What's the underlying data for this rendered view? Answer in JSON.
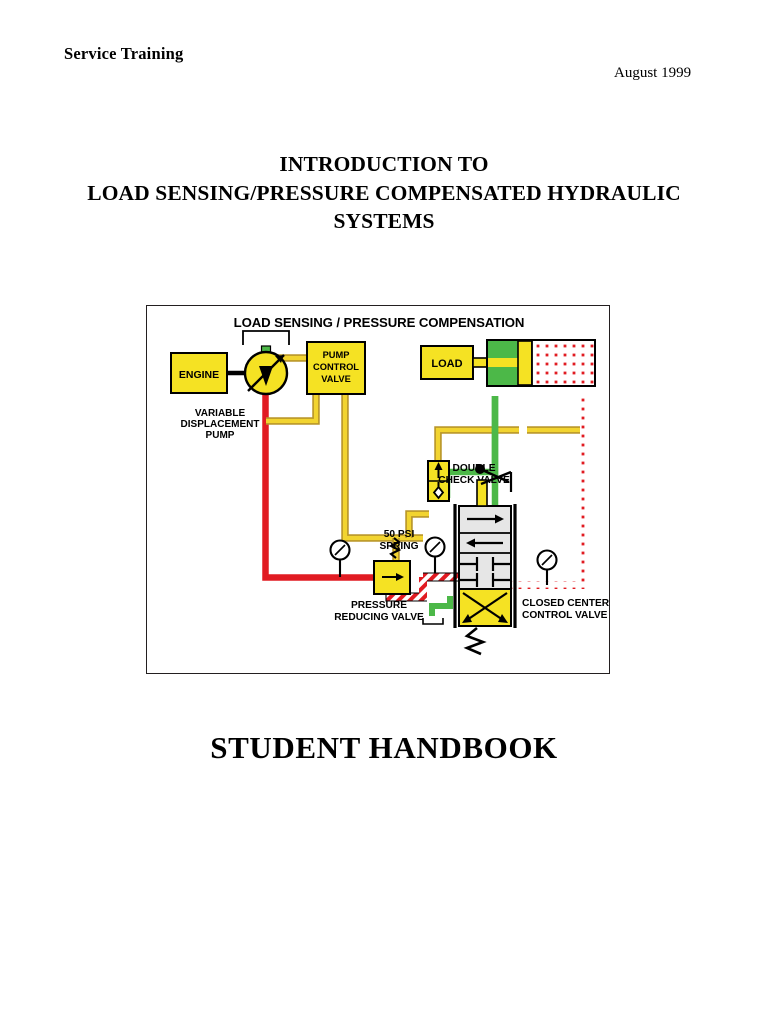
{
  "page": {
    "header_left": "Service Training",
    "header_right": "August 1999"
  },
  "title": {
    "line1": "INTRODUCTION TO",
    "line2": "LOAD SENSING/PRESSURE COMPENSATED HYDRAULIC",
    "line3": "SYSTEMS"
  },
  "footer": {
    "handbook_title": "STUDENT HANDBOOK"
  },
  "figure": {
    "title": "LOAD SENSING / PRESSURE COMPENSATION",
    "labels": {
      "engine": "ENGINE",
      "pump_control_valve_l1": "PUMP",
      "pump_control_valve_l2": "CONTROL",
      "pump_control_valve_l3": "VALVE",
      "variable_displacement_pump_l1": "VARIABLE",
      "variable_displacement_pump_l2": "DISPLACEMENT",
      "variable_displacement_pump_l3": "PUMP",
      "load": "LOAD",
      "double_check_valve_l1": "DOUBLE",
      "double_check_valve_l2": "CHECK VALVE",
      "spring_rating_l1": "50 PSI",
      "spring_rating_l2": "SPRING",
      "pressure_reducing_valve_l1": "PRESSURE",
      "pressure_reducing_valve_l2": "REDUCING VALVE",
      "closed_center_control_valve_l1": "CLOSED CENTER",
      "closed_center_control_valve_l2": "CONTROL VALVE"
    },
    "colors": {
      "component_fill_yellow": "#F5E223",
      "line_yellow": "#F2D430",
      "line_yellow_edge": "#B8962A",
      "pressure_red": "#E11B22",
      "return_green": "#4CB848",
      "spool_gray": "#E6E6E6",
      "outline_black": "#000000",
      "reduced_pressure_stripe": "#E11B22",
      "tank_dot": "#E11B22"
    }
  },
  "icons": {
    "pressure_gauge": "gauge-icon",
    "check_valve": "check-valve-icon",
    "spring": "spring-icon",
    "lever": "lever-icon"
  }
}
